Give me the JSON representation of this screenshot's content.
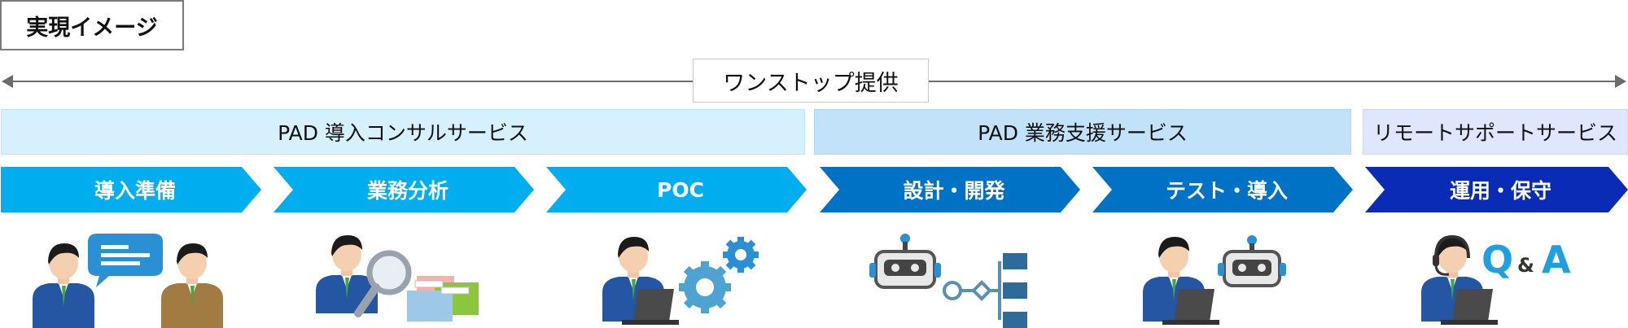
{
  "header": {
    "title": "実現イメージ"
  },
  "timeline": {
    "label": "ワンストップ提供"
  },
  "services": [
    {
      "label": "PAD 導入コンサルサービス"
    },
    {
      "label": "PAD 業務支援サービス"
    },
    {
      "label": "リモートサポートサービス"
    }
  ],
  "steps": [
    {
      "label": "導入準備",
      "color": "#00aeef"
    },
    {
      "label": "業務分析",
      "color": "#00aeef"
    },
    {
      "label": "POC",
      "color": "#00aeef"
    },
    {
      "label": "設計・開発",
      "color": "#0072c6"
    },
    {
      "label": "テスト・導入",
      "color": "#0072c6"
    },
    {
      "label": "運用・保守",
      "color": "#0a2bb5"
    }
  ],
  "icons": [
    {
      "name": "consultation-people"
    },
    {
      "name": "analysis-magnifier"
    },
    {
      "name": "poc-gears"
    },
    {
      "name": "robot-flow"
    },
    {
      "name": "test-robot"
    },
    {
      "name": "support-qa"
    }
  ],
  "qa": {
    "q": "Q",
    "amp": "&",
    "a": "A"
  }
}
